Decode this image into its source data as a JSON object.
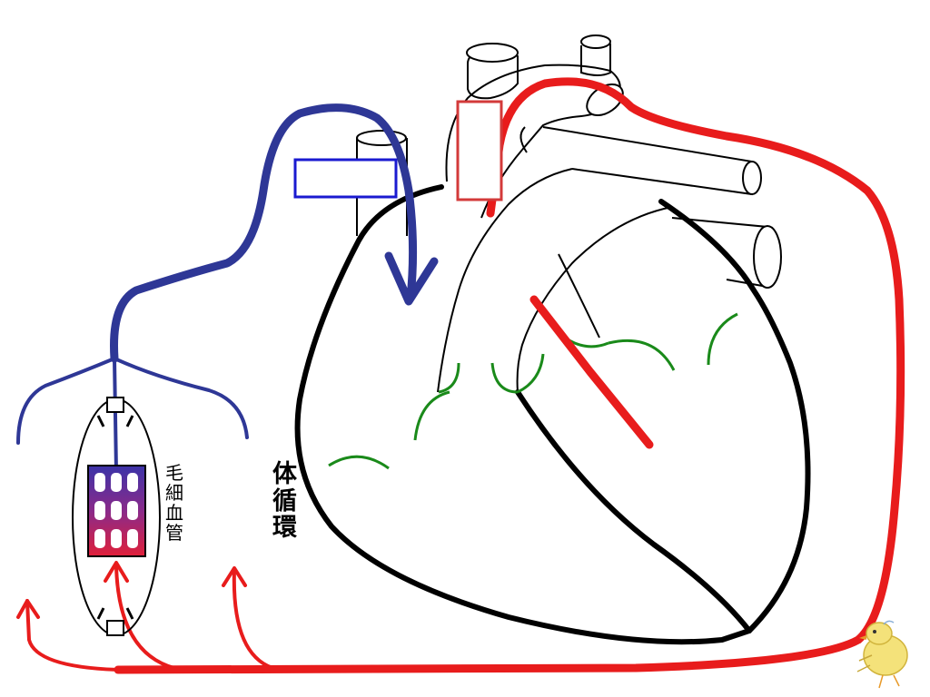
{
  "labels": {
    "capillary": [
      "毛",
      "細",
      "血",
      "管"
    ],
    "systemic_circulation": [
      "体",
      "循",
      "環"
    ]
  },
  "blank_boxes": [
    {
      "name": "vein-label-box",
      "color": "#1a1ad0",
      "text": ""
    },
    {
      "name": "artery-label-box",
      "color": "#d33a3a",
      "text": ""
    }
  ],
  "colors": {
    "artery": "#e81c1c",
    "vein": "#2e3796",
    "heart_outline": "#000000",
    "valve": "#1a8a1a"
  }
}
